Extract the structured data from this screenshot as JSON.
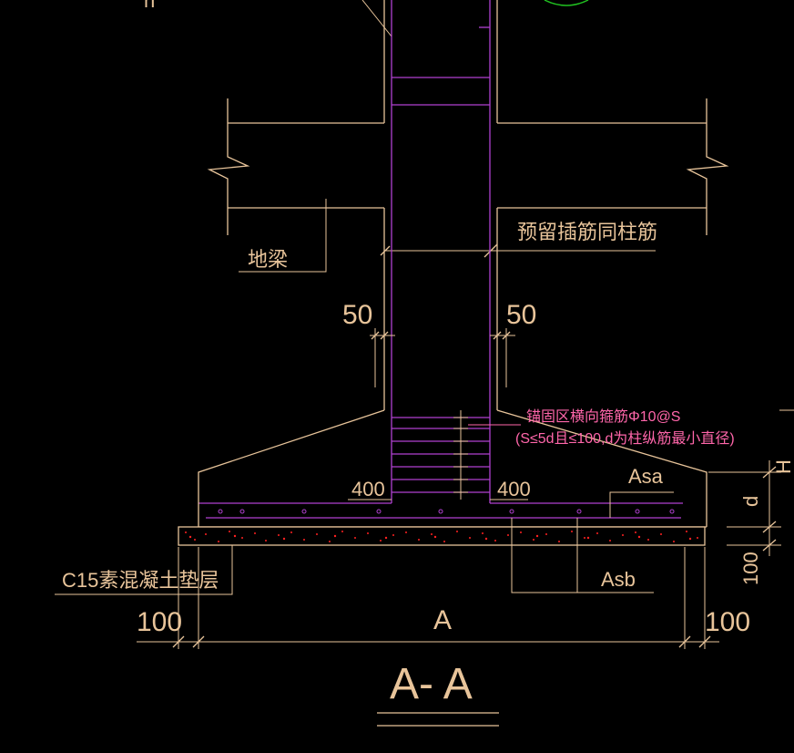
{
  "drawing": {
    "title": "A- A",
    "labels": {
      "top_cut": "h",
      "ground_beam": "地梁",
      "dowel_note": "预留插筋同柱筋",
      "stirrup_note_line1": "锚固区横向箍筋Φ10@S",
      "stirrup_note_line2": "(S≤5d且≤100,d为柱纵筋最小直径)",
      "asa": "Asa",
      "asb": "Asb",
      "cushion": "C15素混凝土垫层"
    },
    "dimensions": {
      "left_offset": "50",
      "right_offset": "50",
      "left_anchor": "400",
      "right_anchor": "400",
      "left_margin": "100",
      "right_margin": "100",
      "width": "A",
      "side_d": "d",
      "side_h": "H",
      "side_100": "100"
    },
    "colors": {
      "outline": "#e8c49a",
      "rebar": "#b040d0",
      "note": "#ff66aa",
      "concrete_dots": "#ff2020",
      "circle": "#20c020"
    }
  }
}
